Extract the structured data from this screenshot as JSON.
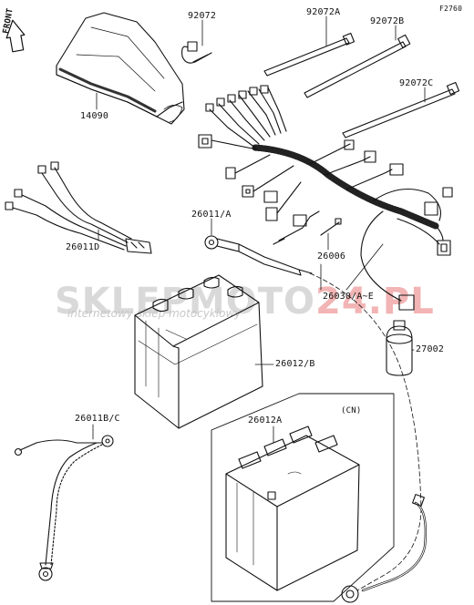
{
  "figure_code": "F2760",
  "front_arrow_label": "FRONT",
  "watermark": {
    "brand_part1": "SKLEPMOTO",
    "brand_part2": "24.PL",
    "tagline": "internetowy sklep motocyklowy"
  },
  "parts": [
    {
      "id": "p-92072",
      "label": "92072"
    },
    {
      "id": "p-92072a",
      "label": "92072A"
    },
    {
      "id": "p-92072b",
      "label": "92072B"
    },
    {
      "id": "p-92072c",
      "label": "92072C"
    },
    {
      "id": "p-14090",
      "label": "14090"
    },
    {
      "id": "p-26011d",
      "label": "26011D"
    },
    {
      "id": "p-26011a",
      "label": "26011/A"
    },
    {
      "id": "p-26006",
      "label": "26006"
    },
    {
      "id": "p-26030",
      "label": "26030/A~E"
    },
    {
      "id": "p-27002",
      "label": "27002"
    },
    {
      "id": "p-26012b",
      "label": "26012/B"
    },
    {
      "id": "p-26011bc",
      "label": "26011B/C"
    },
    {
      "id": "p-26012a",
      "label": "26012A"
    },
    {
      "id": "p-cn",
      "label": "(CN)"
    }
  ]
}
